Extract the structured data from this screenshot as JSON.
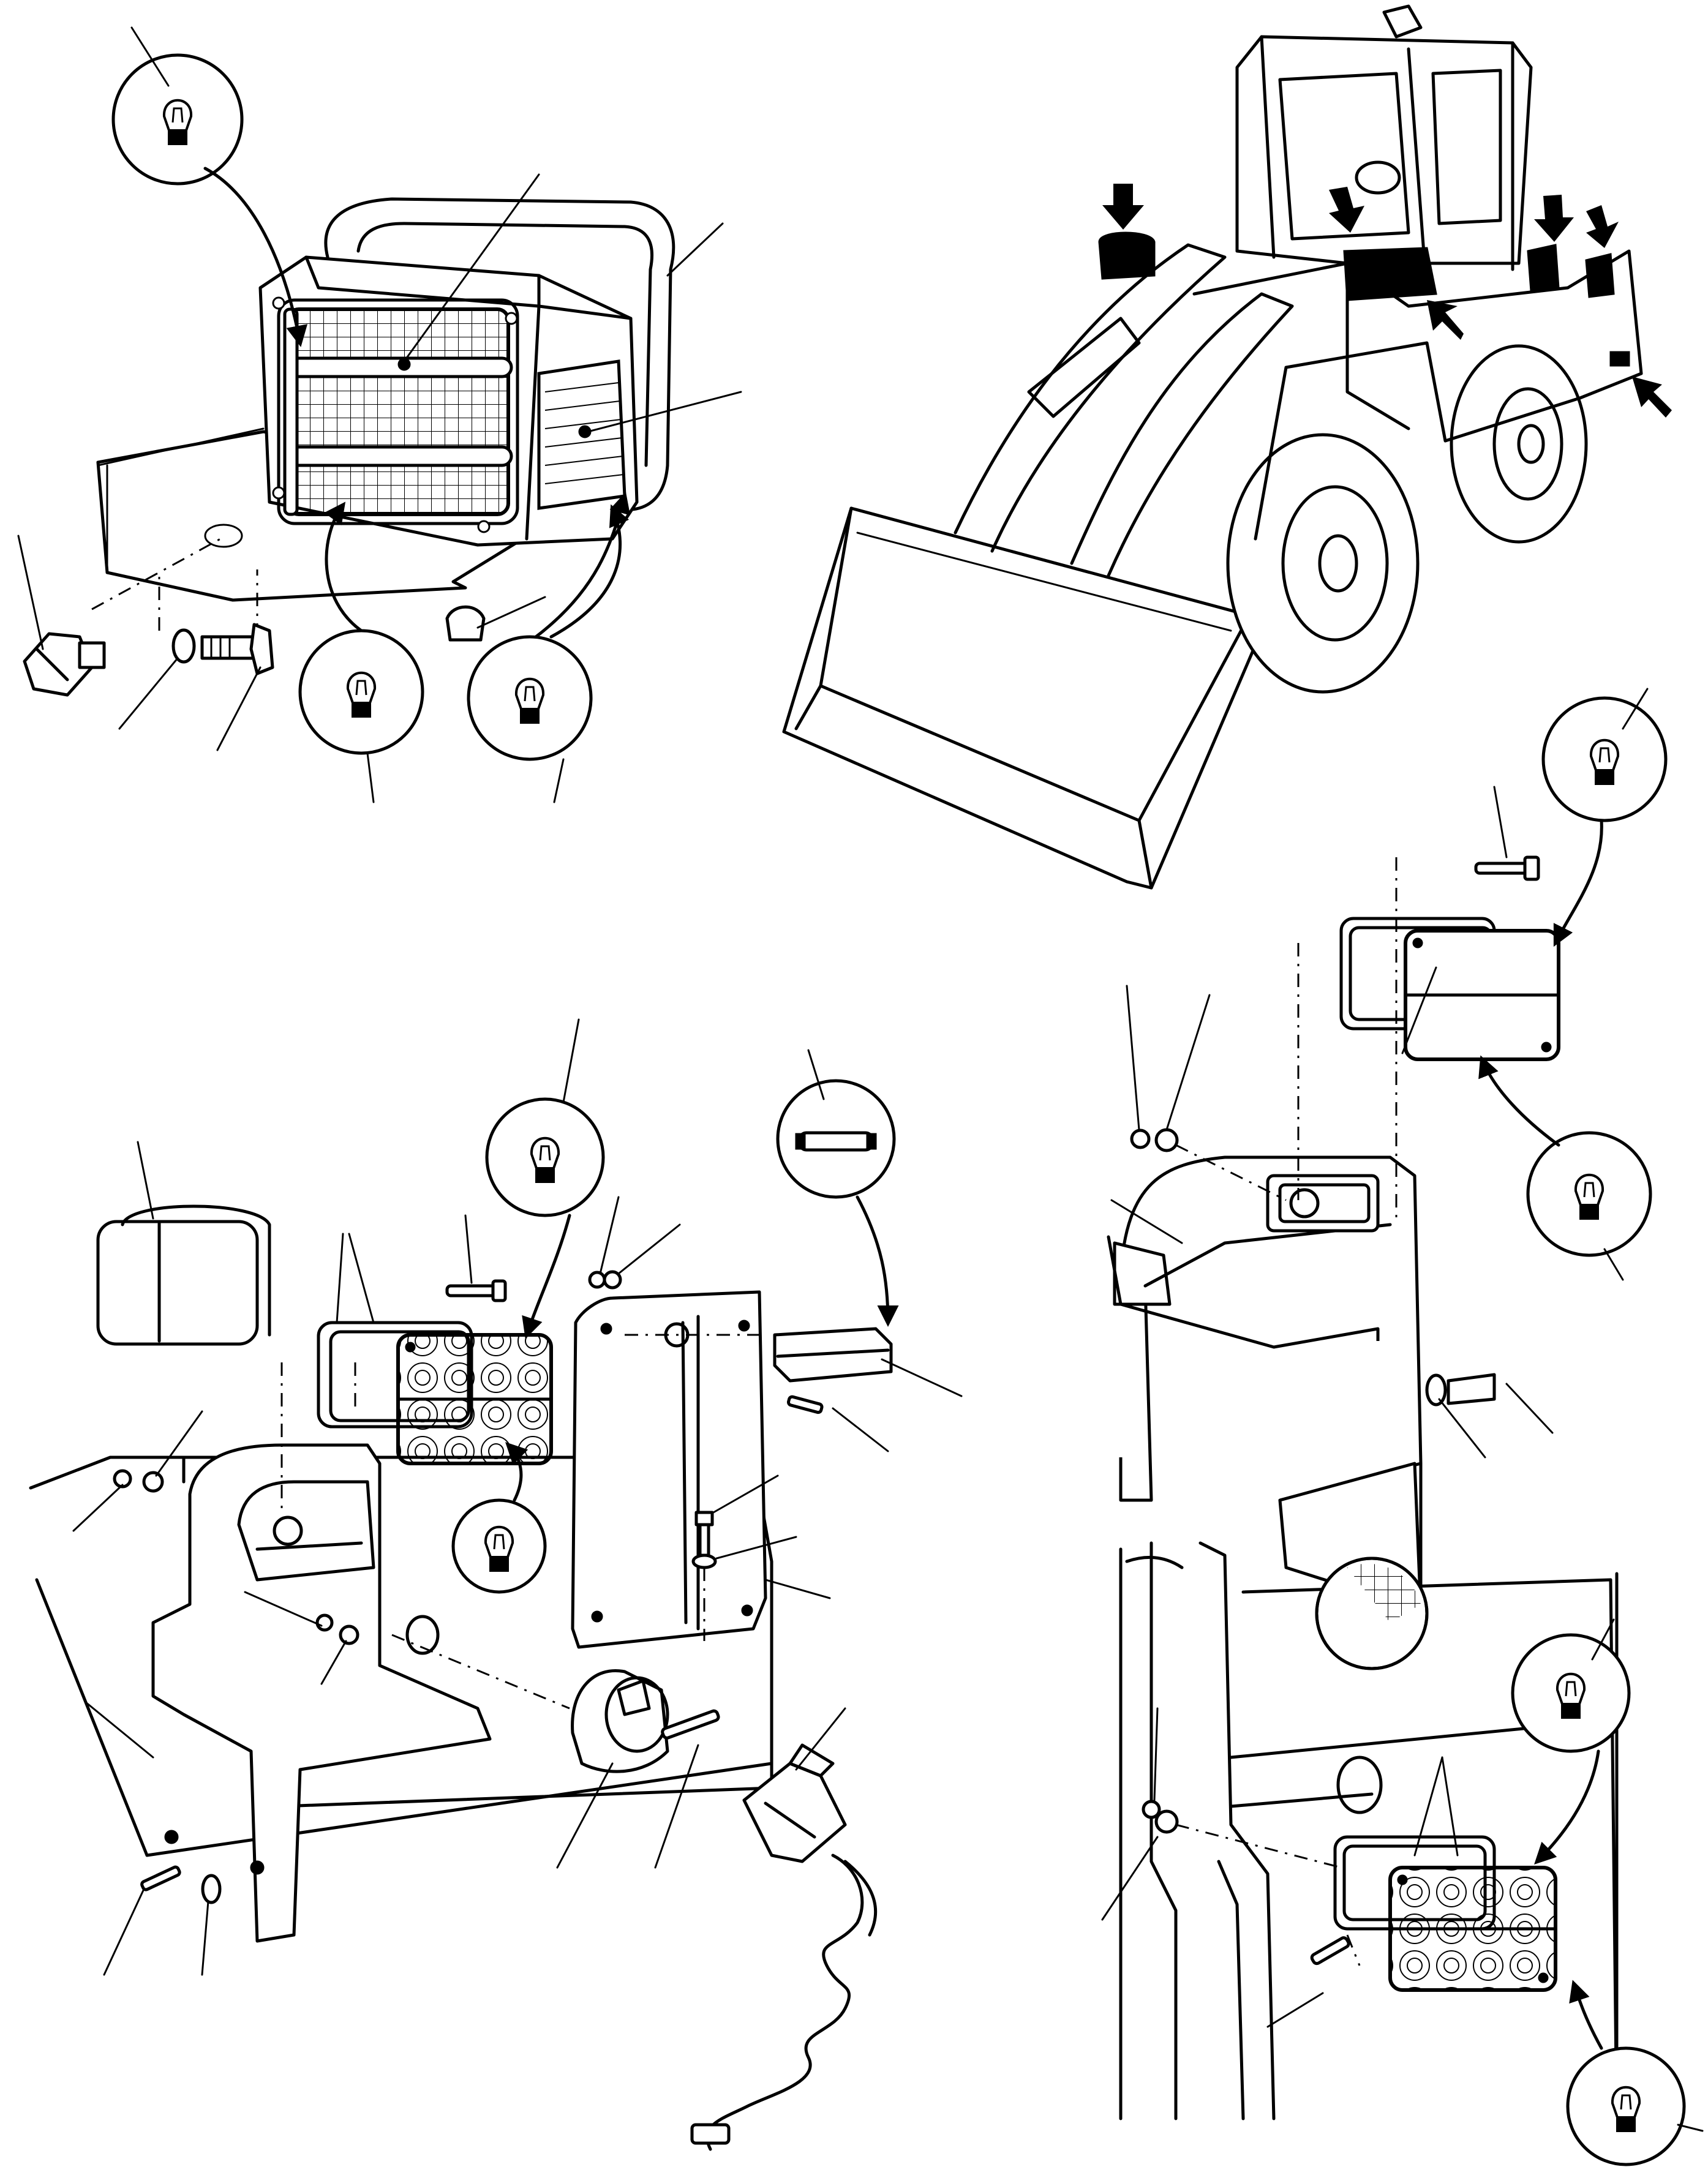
{
  "figure": {
    "kind": "exploded parts illustration",
    "views": [
      {
        "id": "front-work-lamp-assembly",
        "callouts": 10
      },
      {
        "id": "wheel-loader-overview",
        "markers": 7
      },
      {
        "id": "rear-lamp-on-bracket",
        "callouts": 7
      },
      {
        "id": "rear-lamp-bracket-and-trailer-socket",
        "callouts": 20
      },
      {
        "id": "rear-lamp-on-frame",
        "callouts": 5
      }
    ],
    "colors": {
      "ink": "#000000",
      "paper": "#ffffff"
    },
    "icons": [
      "bulb-icon",
      "festoon-bulb-icon",
      "pointer-arrow-icon"
    ]
  }
}
